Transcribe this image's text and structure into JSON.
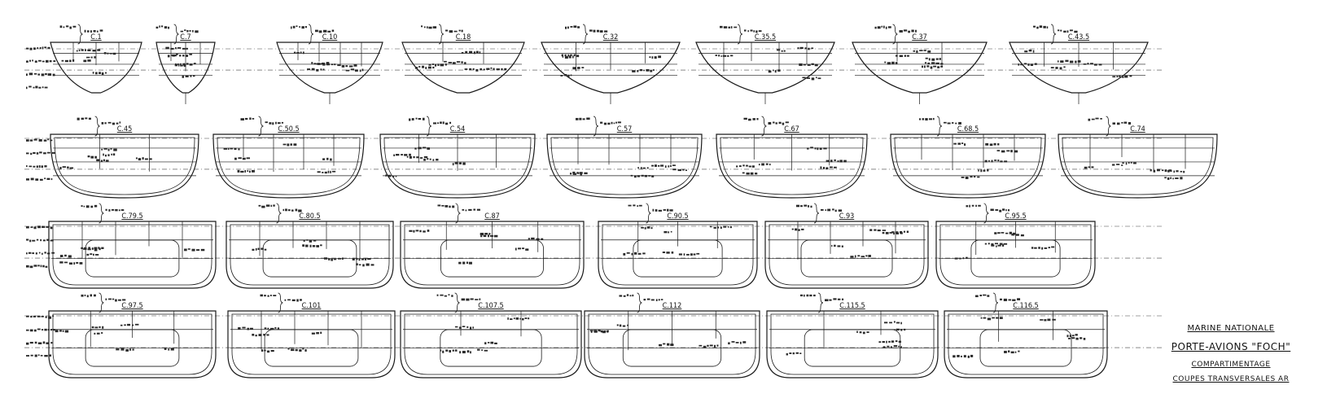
{
  "title_block": {
    "organization": "MARINE NATIONALE",
    "ship": "PORTE-AVIONS \"FOCH\"",
    "subject": "COMPARTIMENTAGE",
    "view": "COUPES TRANSVERSALES AR"
  },
  "rows": [
    {
      "sections": [
        "C.1",
        "C.7",
        "C.10",
        "C.18",
        "C.32",
        "C.35.5",
        "C.37",
        "C.43.5"
      ]
    },
    {
      "sections": [
        "C.45",
        "C.50.5",
        "C.54",
        "C.57",
        "C.67",
        "C.68.5",
        "C.74"
      ]
    },
    {
      "sections": [
        "C.79.5",
        "C.80.5",
        "C.87",
        "C.90.5",
        "C.93",
        "C.95.5"
      ]
    },
    {
      "sections": [
        "C.97.5",
        "C.101",
        "C.107.5",
        "C.112",
        "C.115.5",
        "C.116.5"
      ]
    }
  ],
  "style": {
    "ink": "#1a1a1a",
    "paper": "#ffffff"
  }
}
